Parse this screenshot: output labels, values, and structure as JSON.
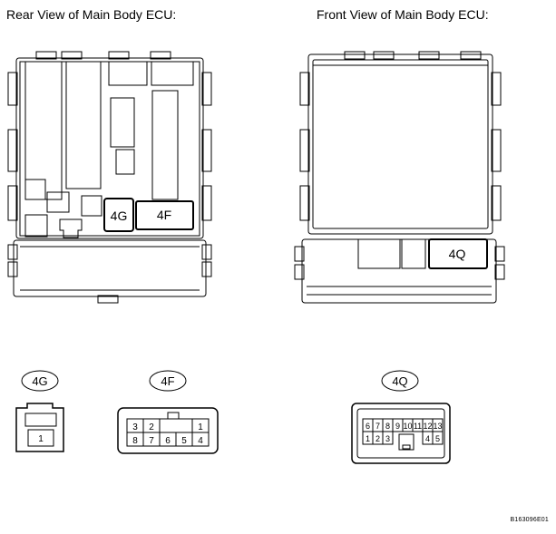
{
  "titles": {
    "rear": "Rear View of Main Body ECU:",
    "front": "Front View of Main Body ECU:"
  },
  "ecu_labels": {
    "rear_4g": "4G",
    "rear_4f": "4F",
    "front_4q": "4Q"
  },
  "connectors": {
    "c4g": {
      "tag": "4G",
      "pins": [
        "1"
      ]
    },
    "c4f": {
      "tag": "4F",
      "pins_top": [
        "3",
        "2",
        "1"
      ],
      "pins_bottom": [
        "8",
        "7",
        "6",
        "5",
        "4"
      ]
    },
    "c4q": {
      "tag": "4Q",
      "pins_top": [
        "6",
        "7",
        "8",
        "9",
        "10",
        "11",
        "12",
        "13"
      ],
      "pins_bottom": [
        "1",
        "2",
        "3",
        "4",
        "5"
      ]
    }
  },
  "footer_code": "B163096E01"
}
